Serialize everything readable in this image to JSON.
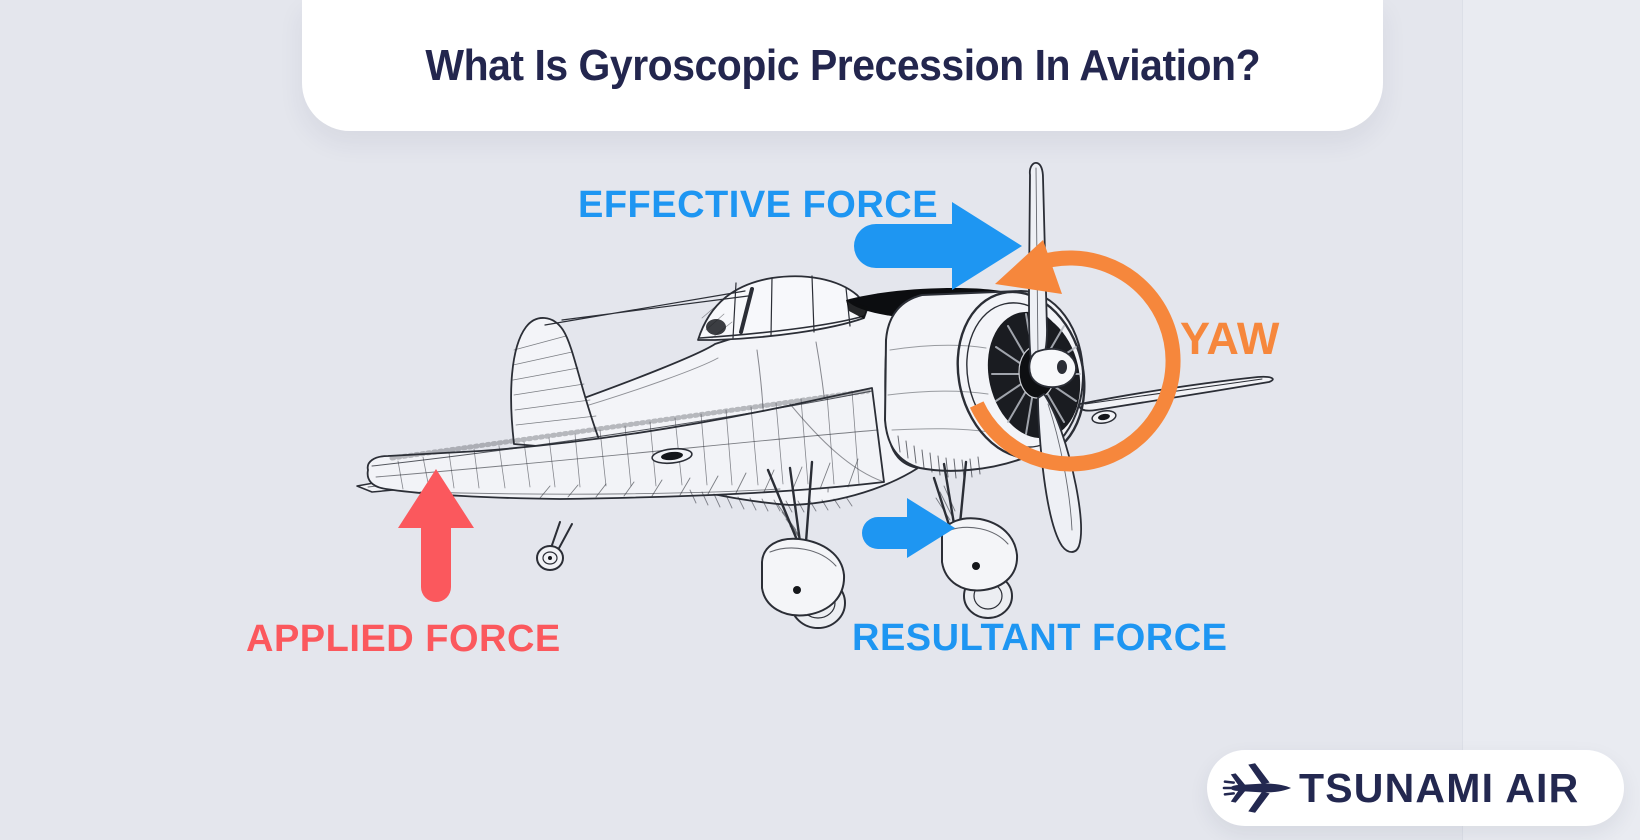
{
  "header": {
    "title": "What Is Gyroscopic Precession In Aviation?"
  },
  "annotations": {
    "effective_force": {
      "label": "EFFECTIVE FORCE",
      "color": "#1e96f2",
      "arrow": "right-arrow"
    },
    "yaw": {
      "label": "YAW",
      "color": "#f6873c",
      "arrow": "counterclockwise-circle-arrow"
    },
    "applied_force": {
      "label": "APPLIED FORCE",
      "color": "#fb585d",
      "arrow": "up-arrow"
    },
    "resultant_force": {
      "label": "RESULTANT FORCE",
      "color": "#1e96f2",
      "arrow": "right-arrow"
    }
  },
  "illustration": {
    "icon": "vintage-propeller-airplane-sketch",
    "ink_color": "#2b2e36"
  },
  "logo": {
    "brand": "TSUNAMI AIR",
    "icon": "jet-plane-icon",
    "color": "#232850"
  },
  "colors": {
    "background": "#e4e6ed",
    "background_right": "#e9ebf1",
    "banner": "#ffffff",
    "title_text": "#23264e"
  }
}
